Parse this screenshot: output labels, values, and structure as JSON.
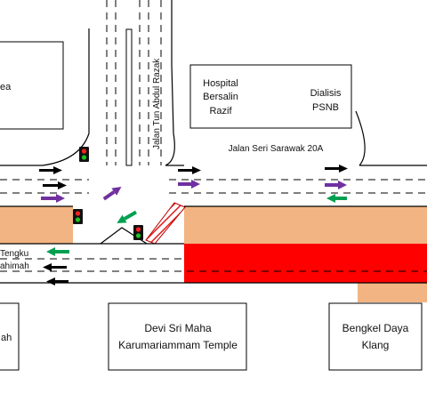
{
  "colors": {
    "sidewalk": "#f2b482",
    "red_zone": "#ff0000",
    "hatch": "#e02020",
    "arrow_black": "#000000",
    "arrow_purple": "#7030a0",
    "arrow_green": "#00a050",
    "light_red": "#ff2020",
    "light_green": "#20c020"
  },
  "labels": {
    "bldg_topleft": "ea",
    "hospital_line1": "Hospital",
    "hospital_line2": "Bersalin",
    "hospital_line3": "Razif",
    "dialisis_line1": "Dialisis",
    "dialisis_line2": "PSNB",
    "road_vertical": "Jalan Tun Abdul Razak",
    "road_top": "Jalan Seri Sarawak 20A",
    "road_left_line1": "Tengku",
    "road_left_line2": "ahimah",
    "bldg_bottomleft": "ah",
    "temple_line1": "Devi Sri Maha",
    "temple_line2": "Karumariammam Temple",
    "bengkel_line1": "Bengkel Daya",
    "bengkel_line2": "Klang"
  },
  "icons": {
    "traffic_light": "traffic-light-icon",
    "arrow": "arrow-icon"
  }
}
